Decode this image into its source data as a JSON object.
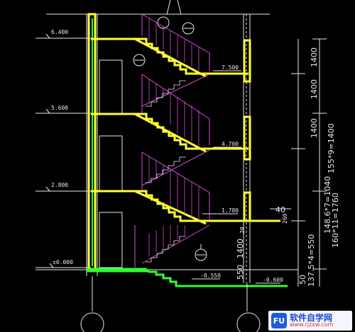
{
  "levels": {
    "l3": "6.400",
    "l2": "5.600",
    "l1": "2.800",
    "l0": "±0.000"
  },
  "landings": {
    "a": "7.500",
    "b": "4.700",
    "c": "1.780",
    "ground": "-0.550",
    "outer": "-0.600"
  },
  "dimensions": {
    "d1": "1400",
    "d2": "1400",
    "d3": "1400",
    "d4": "155*9=1400",
    "d5": "148.6*7=1040",
    "d6": "160*11=1760",
    "d7": "137.5*4=550",
    "d8": "1400",
    "d9": "550",
    "d10": "50",
    "d11": "40",
    "d12": "260",
    "d13": "20"
  },
  "watermark": {
    "logo": "FU",
    "title": "软件自学网",
    "url": "www.rjzxw.com"
  }
}
